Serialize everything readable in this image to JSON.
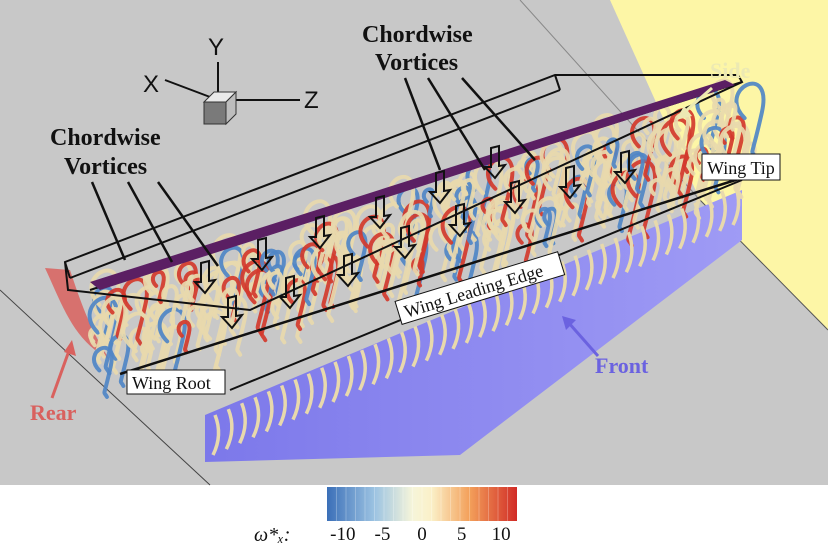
{
  "labels": {
    "chordwise_left_l1": "Chordwise",
    "chordwise_left_l2": "Vortices",
    "chordwise_right_l1": "Chordwise",
    "chordwise_right_l2": "Vortices",
    "wing_tip": "Wing Tip",
    "wing_leading_edge": "Wing Leading Edge",
    "wing_root": "Wing Root",
    "side": "Side",
    "front": "Front",
    "rear": "Rear"
  },
  "axes": {
    "x": "X",
    "y": "Y",
    "z": "Z"
  },
  "colorbar": {
    "symbol": "ω*ₓ:",
    "ticks": [
      "-10",
      "-5",
      "0",
      "5",
      "10"
    ],
    "tick_values": [
      -10,
      -5,
      0,
      5,
      10
    ],
    "min": -12,
    "max": 12
  },
  "colors": {
    "floor": "#c8c8c8",
    "side_panel": "#fdf6a6",
    "front_panel": "#8c87f0",
    "rear_accent": "#d9615e",
    "vortex_cream": "#e8d9ac",
    "vortex_red": "#d23a2d",
    "vortex_blue": "#4f86c6",
    "wing_strip": "#5b1f63"
  },
  "icons": [
    "axis-cube-icon"
  ]
}
